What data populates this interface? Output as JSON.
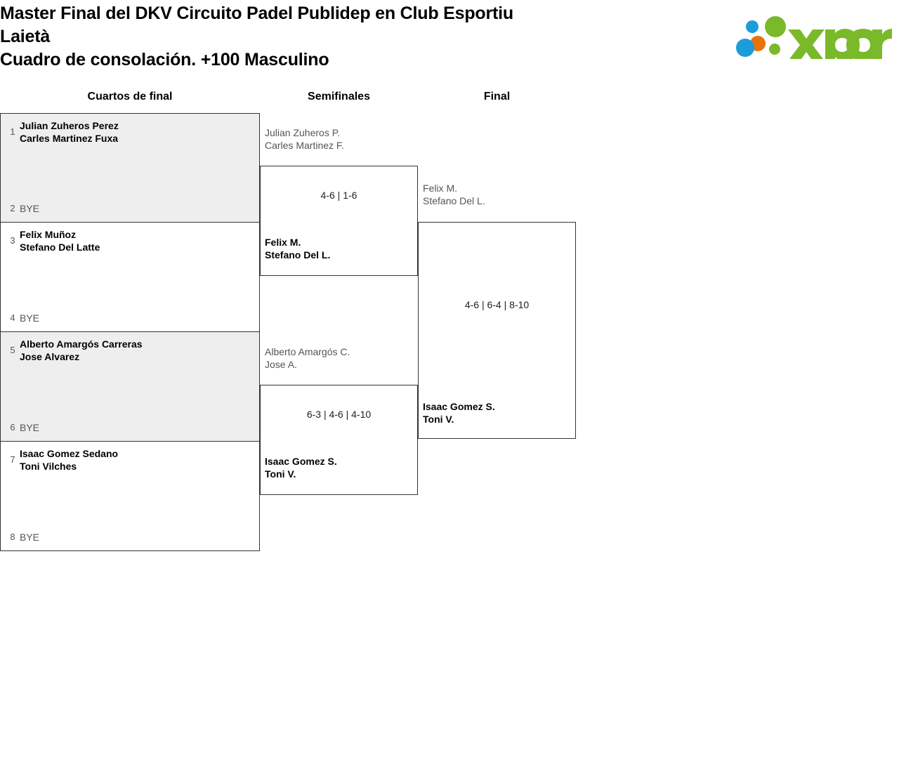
{
  "header": {
    "title_lines": [
      "Master Final del DKV Circuito Padel Publidep en Club Esportiu",
      "Laietà",
      "Cuadro de consolación. +100 Masculino"
    ],
    "logo": {
      "wordmark": "xporty",
      "colors": {
        "green": "#7ab929",
        "blue": "#1b9dd9",
        "orange": "#e8730c"
      }
    }
  },
  "rounds": [
    {
      "label": "Cuartos de final"
    },
    {
      "label": "Semifinales"
    },
    {
      "label": "Final"
    }
  ],
  "round1": {
    "matches": [
      {
        "shaded": true,
        "top": {
          "seed": "1",
          "lines": [
            "Julian Zuheros Perez",
            "Carles Martinez Fuxa"
          ]
        },
        "bottom": {
          "seed": "2",
          "bye": "BYE"
        }
      },
      {
        "shaded": false,
        "top": {
          "seed": "3",
          "lines": [
            "Felix Muñoz",
            "Stefano Del Latte"
          ]
        },
        "bottom": {
          "seed": "4",
          "bye": "BYE"
        }
      },
      {
        "shaded": true,
        "top": {
          "seed": "5",
          "lines": [
            "Alberto Amargós Carreras",
            "Jose Alvarez"
          ]
        },
        "bottom": {
          "seed": "6",
          "bye": "BYE"
        }
      },
      {
        "shaded": false,
        "top": {
          "seed": "7",
          "lines": [
            "Isaac Gomez Sedano",
            "Toni Vilches"
          ]
        },
        "bottom": {
          "seed": "8",
          "bye": "BYE"
        }
      }
    ]
  },
  "semifinals": [
    {
      "score": "4-6 | 1-6",
      "loser": {
        "lines": [
          "Julian Zuheros P.",
          "Carles Martinez F."
        ]
      },
      "winner": {
        "lines": [
          "Felix M.",
          "Stefano Del L."
        ]
      }
    },
    {
      "score": "6-3 | 4-6 | 4-10",
      "loser": {
        "lines": [
          "Alberto Amargós C.",
          "Jose A."
        ]
      },
      "winner": {
        "lines": [
          "Isaac Gomez S.",
          "Toni V."
        ]
      }
    }
  ],
  "final": {
    "score": "4-6 | 6-4 | 8-10",
    "loser": {
      "lines": [
        "Felix M.",
        "Stefano Del L."
      ]
    },
    "winner": {
      "lines": [
        "Isaac Gomez S.",
        "Toni V."
      ]
    }
  }
}
